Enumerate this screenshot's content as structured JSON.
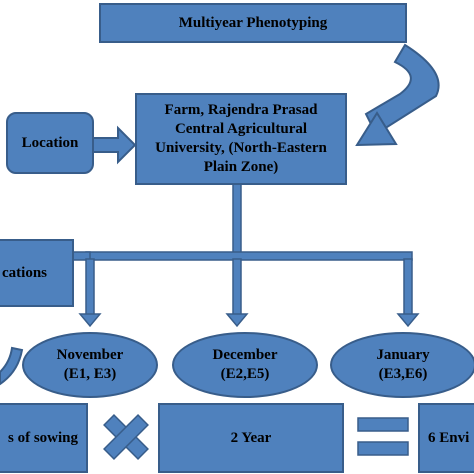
{
  "colors": {
    "fill": "#4f81bd",
    "stroke": "#385d8a"
  },
  "title_box": {
    "label": "Multiyear Phenotyping"
  },
  "farm_box": {
    "label": "Farm, Rajendra Prasad\nCentral Agricultural\nUniversity, (North-Eastern\nPlain Zone)"
  },
  "location_box": {
    "label": "Location"
  },
  "locations_box": {
    "label": "cations"
  },
  "months": [
    {
      "name": "November",
      "envs": "(E1, E3)"
    },
    {
      "name": "December",
      "envs": "(E2,E5)"
    },
    {
      "name": "January",
      "envs": "(E3,E6)"
    }
  ],
  "sowing_box": {
    "label": "s of sowing"
  },
  "year_box": {
    "label": "2 Year"
  },
  "env_box": {
    "label": "6 Envi"
  },
  "symbols": {
    "multiply": "multiply-sign",
    "equals": "equals-sign"
  }
}
